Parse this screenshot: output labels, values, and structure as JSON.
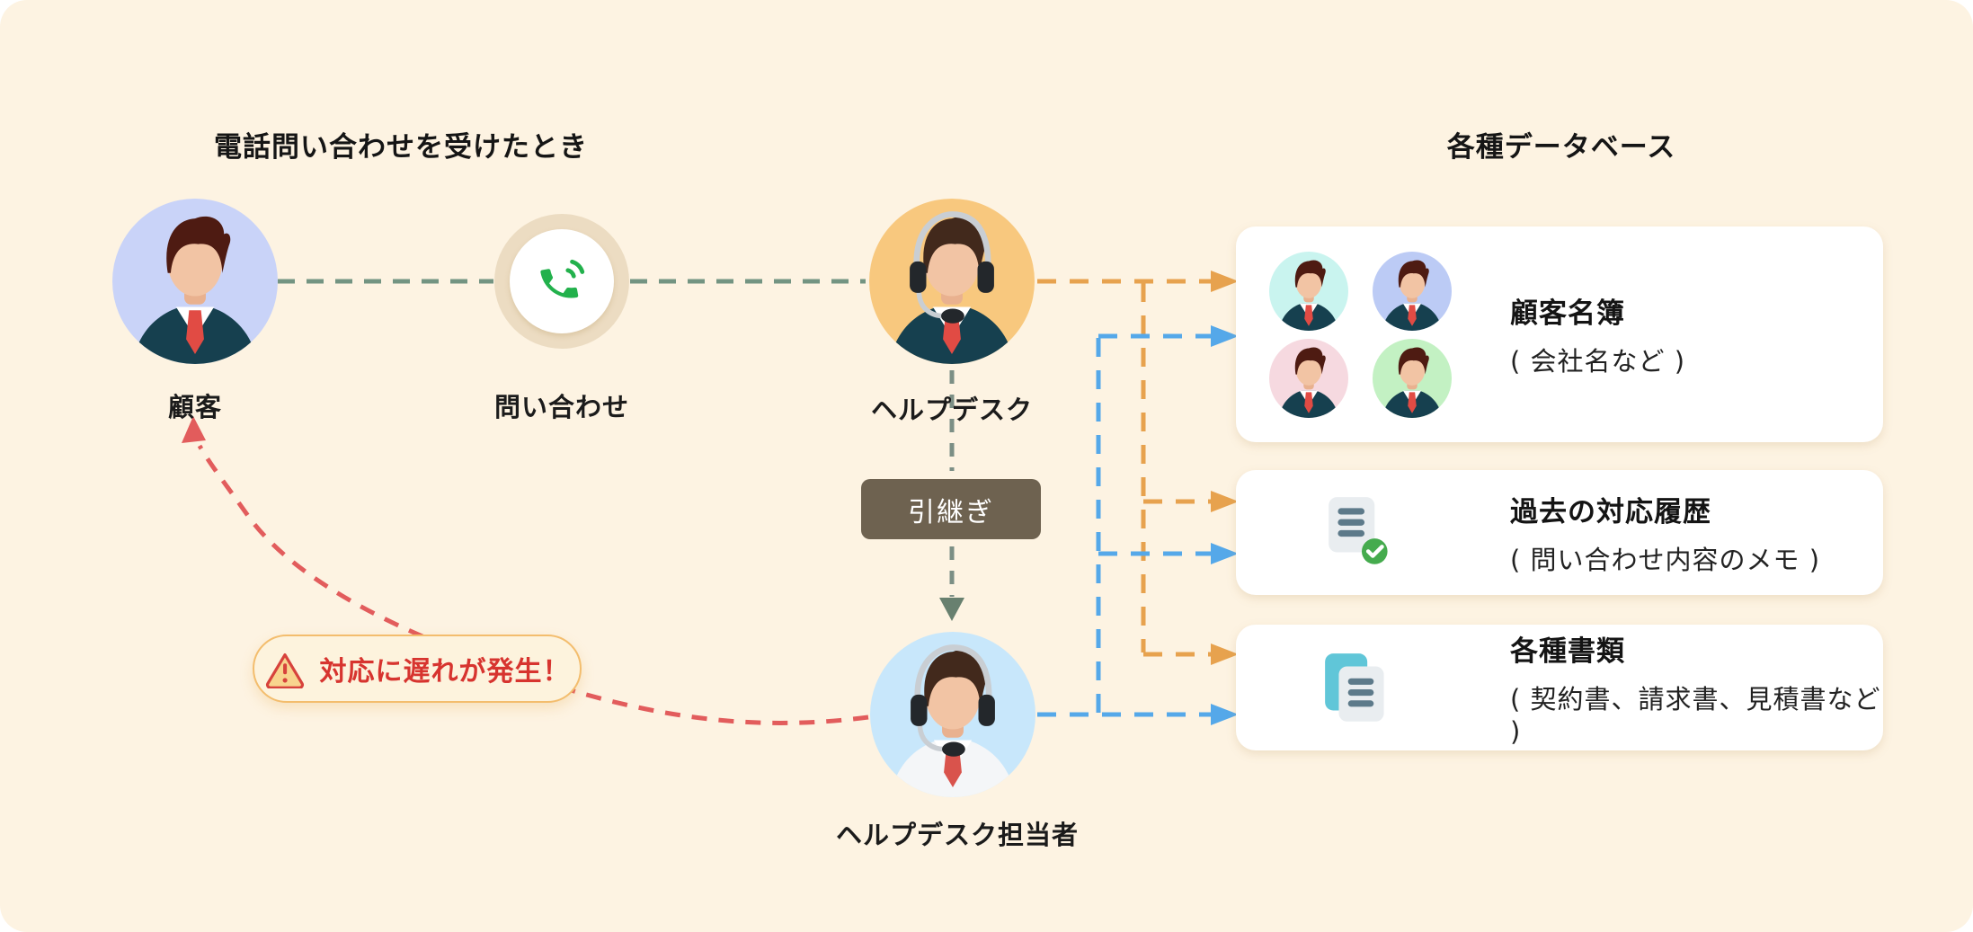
{
  "left_section": {
    "title": "電話問い合わせを受けたとき"
  },
  "right_section": {
    "title": "各種データベース"
  },
  "nodes": {
    "customer": {
      "label": "顧客",
      "icon": "businessman-avatar"
    },
    "inquiry": {
      "label": "問い合わせ",
      "icon": "phone-icon"
    },
    "helpdesk": {
      "label": "ヘルプデスク",
      "icon": "operator-avatar"
    },
    "handover": {
      "label": "引継ぎ"
    },
    "agent": {
      "label": "ヘルプデスク担当者",
      "icon": "operator-avatar"
    }
  },
  "alert": {
    "text": "対応に遅れが発生！",
    "icon": "warning-triangle-icon"
  },
  "databases": [
    {
      "title": "顧客名簿",
      "subtitle": "( 会社名など )",
      "icon": "customer-avatars-grid"
    },
    {
      "title": "過去の対応履歴",
      "subtitle": "( 問い合わせ内容のメモ )",
      "icon": "document-check-icon"
    },
    {
      "title": "各種書類",
      "subtitle": "( 契約書、請求書、見積書など )",
      "icon": "documents-icon"
    }
  ],
  "colors": {
    "background": "#fdf3e2",
    "card_background": "#ffffff",
    "flow_dash_green": "#739482",
    "handover_dash_gray": "#7c8f85",
    "orange_arrow": "#e7a24e",
    "blue_arrow": "#55a8e9",
    "red_arrow": "#e25c5c",
    "handover_button": "#6e6250",
    "alert_border": "#f3bd6d",
    "alert_text": "#d7342f",
    "phone_green": "#22b14c",
    "check_green": "#45ab4e",
    "doc_teal": "#60c6d8",
    "customer_circle": "#c9d3f8",
    "helpdesk_circle": "#f8c87e",
    "agent_circle": "#c8e7fb",
    "mini_circles": [
      "#c9f4ef",
      "#bccbf5",
      "#f6d9e0",
      "#c3f1c3"
    ]
  }
}
